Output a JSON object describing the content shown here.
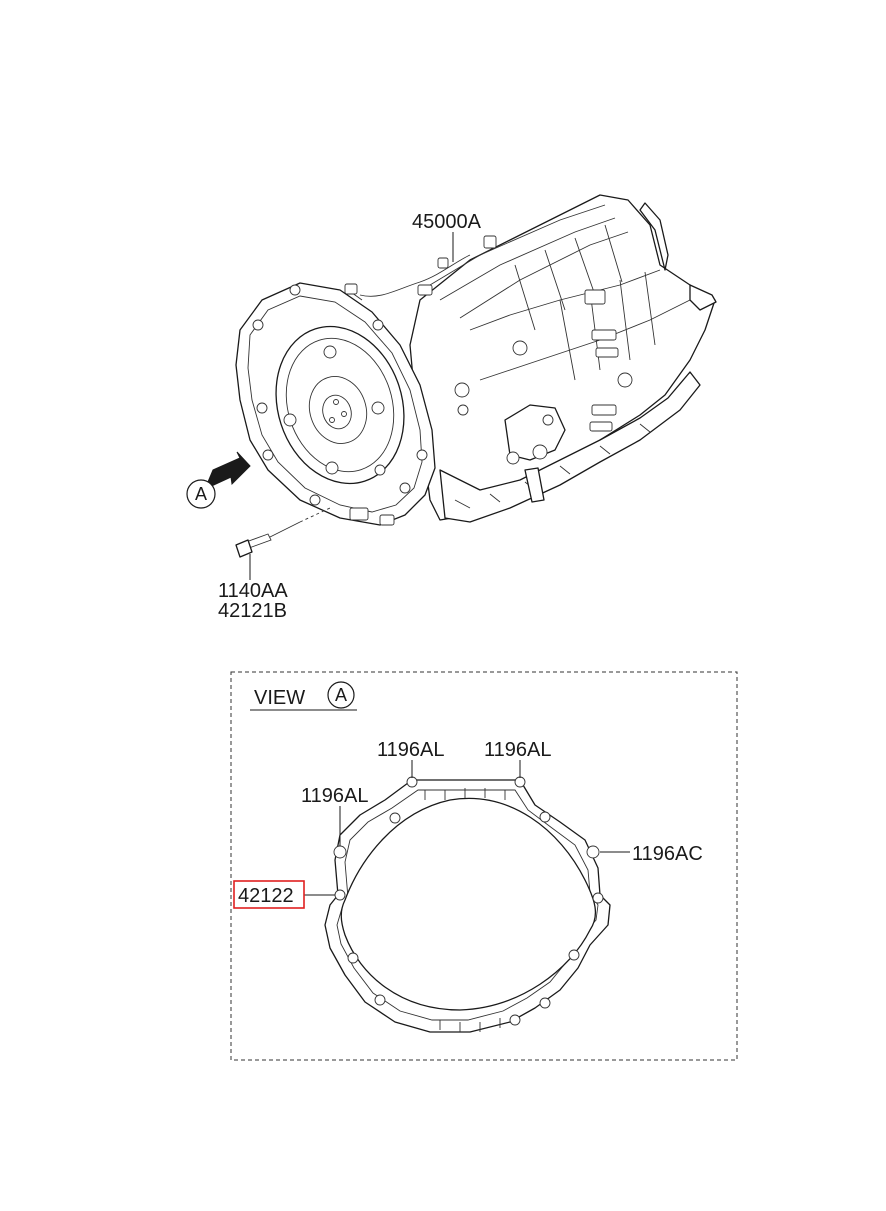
{
  "diagram": {
    "main_view": {
      "transmission_part": "45000A",
      "bolt_part_1": "1140AA",
      "bolt_part_2": "42121B",
      "view_marker": "A"
    },
    "detail_view": {
      "title_text": "VIEW",
      "title_marker": "A",
      "callouts": {
        "top_left": "1196AL",
        "top_right": "1196AL",
        "upper_left": "1196AL",
        "right": "1196AC",
        "gasket": "42122"
      },
      "highlight_color": "#e02020"
    }
  }
}
